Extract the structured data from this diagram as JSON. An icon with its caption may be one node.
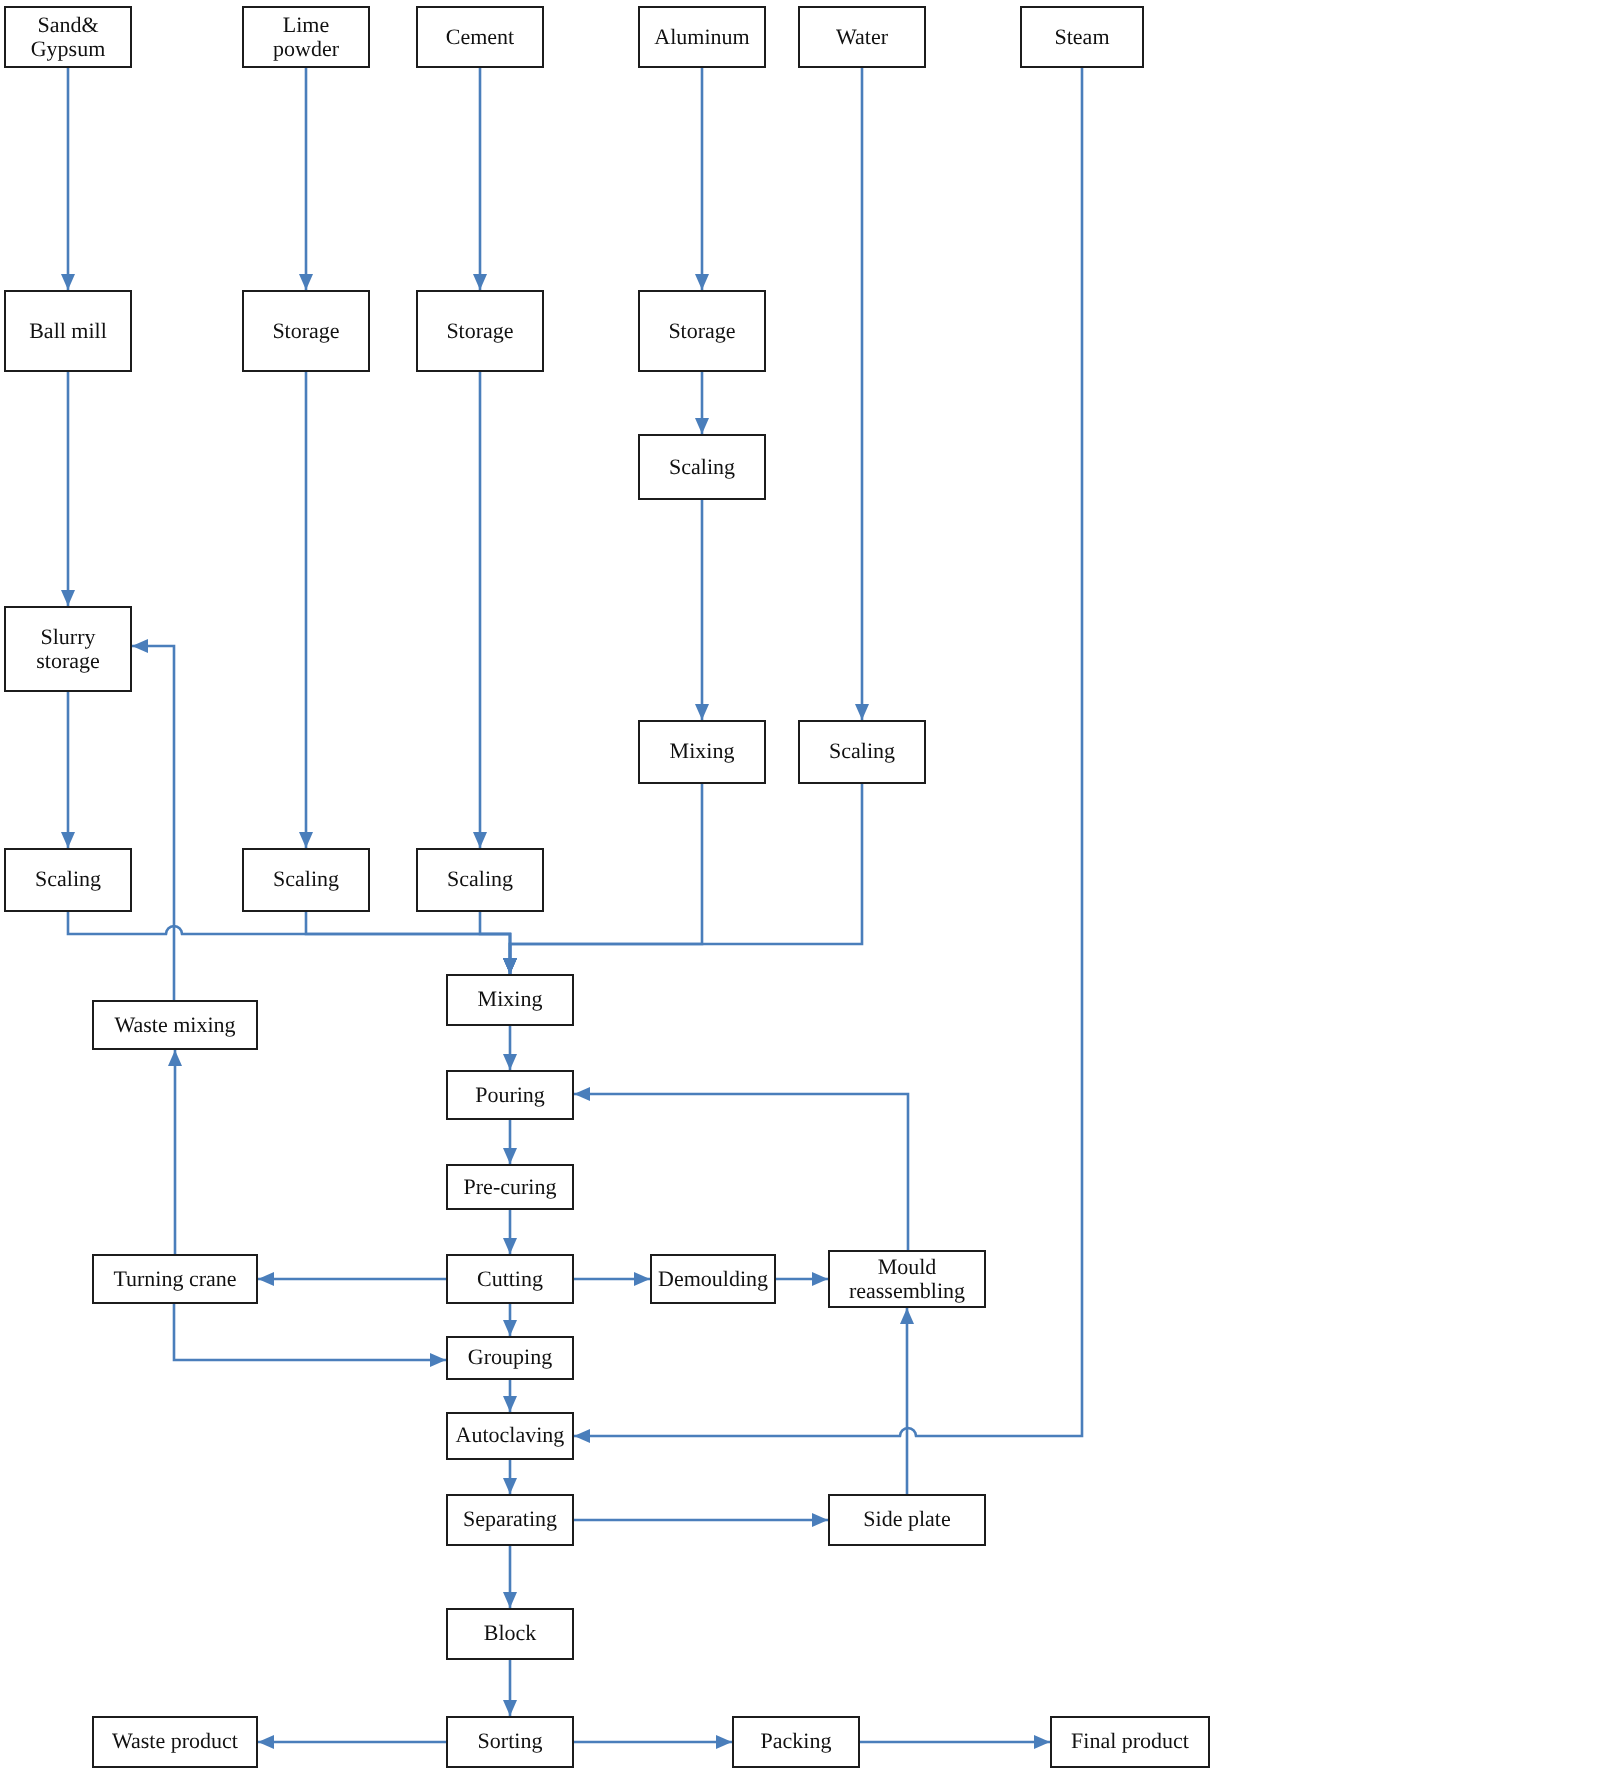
{
  "diagram": {
    "nodes": [
      {
        "text": [
          "Sand& Gypsum"
        ]
      },
      {
        "text": [
          "Lime powder"
        ]
      },
      {
        "text": [
          "Cement"
        ]
      },
      {
        "text": [
          "Aluminum"
        ]
      },
      {
        "text": [
          "Water"
        ]
      },
      {
        "text": [
          "Steam"
        ]
      },
      {
        "text": [
          "Ball mill"
        ]
      },
      {
        "text": [
          "Storage"
        ]
      },
      {
        "text": [
          "Storage"
        ]
      },
      {
        "text": [
          "Storage"
        ]
      },
      {
        "text": [
          "Scaling"
        ]
      },
      {
        "text": [
          "Slurry storage"
        ]
      },
      {
        "text": [
          "Mixing"
        ]
      },
      {
        "text": [
          "Scaling"
        ]
      },
      {
        "text": [
          "Scaling"
        ]
      },
      {
        "text": [
          "Scaling"
        ]
      },
      {
        "text": [
          "Scaling"
        ]
      },
      {
        "text": [
          "Mixing"
        ]
      },
      {
        "text": [
          "Waste mixing"
        ]
      },
      {
        "text": [
          "Pouring"
        ]
      },
      {
        "text": [
          "Pre-curing"
        ]
      },
      {
        "text": [
          "Turning crane"
        ]
      },
      {
        "text": [
          "Cutting"
        ]
      },
      {
        "text": [
          "Demoulding"
        ]
      },
      {
        "text": [
          "Mould reassembling"
        ]
      },
      {
        "text": [
          "Grouping"
        ]
      },
      {
        "text": [
          "Autoclaving"
        ]
      },
      {
        "text": [
          "Separating"
        ]
      },
      {
        "text": [
          "Side plate"
        ]
      },
      {
        "text": [
          "Block"
        ]
      },
      {
        "text": [
          "Waste product"
        ]
      },
      {
        "text": [
          "Sorting"
        ]
      },
      {
        "text": [
          "Packing"
        ]
      },
      {
        "text": [
          "Final product"
        ]
      }
    ],
    "edges": [
      {
        "from": 0,
        "to": 6,
        "arrow": "to"
      },
      {
        "from": 6,
        "to": 11,
        "arrow": "to"
      },
      {
        "from": 11,
        "to": 14,
        "arrow": "to"
      },
      {
        "from": 1,
        "to": 7,
        "arrow": "to"
      },
      {
        "from": 7,
        "to": 15,
        "arrow": "to"
      },
      {
        "from": 2,
        "to": 8,
        "arrow": "to"
      },
      {
        "from": 8,
        "to": 16,
        "arrow": "to"
      },
      {
        "from": 3,
        "to": 9,
        "arrow": "to"
      },
      {
        "from": 9,
        "to": 10,
        "arrow": "to"
      },
      {
        "from": 10,
        "to": 12,
        "arrow": "to"
      },
      {
        "from": 4,
        "to": 13,
        "arrow": "to"
      },
      {
        "from": 14,
        "to": 17,
        "arrow": "to"
      },
      {
        "from": 15,
        "to": 17,
        "arrow": "to"
      },
      {
        "from": 16,
        "to": 17,
        "arrow": "to"
      },
      {
        "from": 12,
        "to": 17,
        "arrow": "to"
      },
      {
        "from": 13,
        "to": 17,
        "arrow": "to"
      },
      {
        "from": 17,
        "to": 19,
        "arrow": "to"
      },
      {
        "from": 19,
        "to": 20,
        "arrow": "to"
      },
      {
        "from": 20,
        "to": 22,
        "arrow": "to"
      },
      {
        "from": 22,
        "to": 21,
        "arrow": "to"
      },
      {
        "from": 21,
        "to": 18,
        "arrow": "to"
      },
      {
        "from": 18,
        "to": 11,
        "arrow": "to"
      },
      {
        "from": 22,
        "to": 23,
        "arrow": "to"
      },
      {
        "from": 23,
        "to": 24,
        "arrow": "to"
      },
      {
        "from": 24,
        "to": 19,
        "arrow": "to"
      },
      {
        "from": 21,
        "to": 25,
        "arrow": "to"
      },
      {
        "from": 22,
        "to": 25,
        "arrow": "to"
      },
      {
        "from": 25,
        "to": 26,
        "arrow": "to"
      },
      {
        "from": 5,
        "to": 26,
        "arrow": "to"
      },
      {
        "from": 26,
        "to": 27,
        "arrow": "to"
      },
      {
        "from": 27,
        "to": 28,
        "arrow": "to"
      },
      {
        "from": 28,
        "to": 24,
        "arrow": "to"
      },
      {
        "from": 27,
        "to": 29,
        "arrow": "to"
      },
      {
        "from": 29,
        "to": 31,
        "arrow": "to"
      },
      {
        "from": 31,
        "to": 30,
        "arrow": "to"
      },
      {
        "from": 31,
        "to": 32,
        "arrow": "to"
      },
      {
        "from": 32,
        "to": 33,
        "arrow": "to"
      }
    ]
  }
}
